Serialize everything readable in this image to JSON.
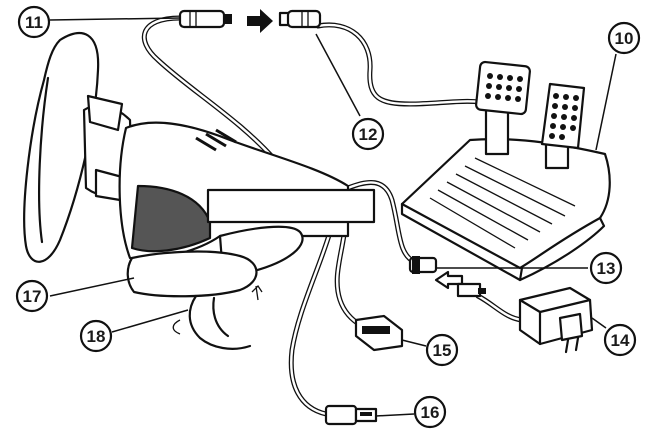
{
  "callouts": [
    {
      "id": "c10",
      "number": "10"
    },
    {
      "id": "c11",
      "number": "11"
    },
    {
      "id": "c12",
      "number": "12"
    },
    {
      "id": "c13",
      "number": "13"
    },
    {
      "id": "c14",
      "number": "14"
    },
    {
      "id": "c15",
      "number": "15"
    },
    {
      "id": "c16",
      "number": "16"
    },
    {
      "id": "c17",
      "number": "17"
    },
    {
      "id": "c18",
      "number": "18"
    }
  ],
  "colors": {
    "ink": "#111111",
    "paper": "#ffffff",
    "shade": "#555555"
  }
}
